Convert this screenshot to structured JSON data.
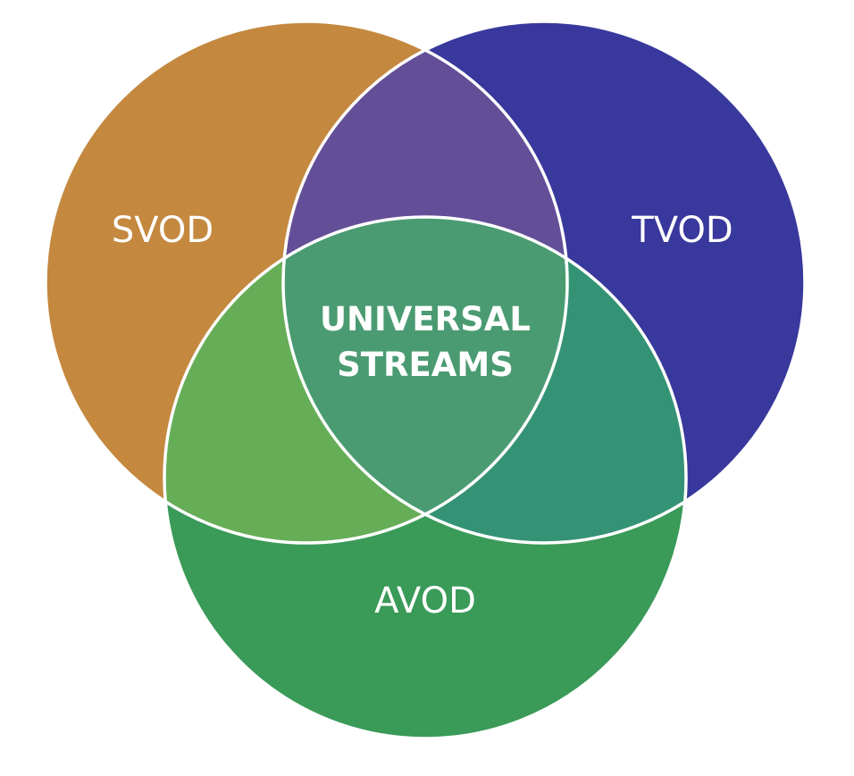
{
  "diagram": {
    "type": "venn-3",
    "sets": [
      {
        "key": "svod",
        "label": "SVOD",
        "color": "#c4883f"
      },
      {
        "key": "tvod",
        "label": "TVOD",
        "color": "#39389c"
      },
      {
        "key": "avod",
        "label": "AVOD",
        "color": "#3a9a58"
      }
    ],
    "intersections": {
      "svod_tvod": {
        "color": "#634f98"
      },
      "svod_avod": {
        "color": "#66ad57"
      },
      "tvod_avod": {
        "color": "#359375"
      },
      "all": {
        "color": "#4a9b72"
      }
    },
    "center_label": {
      "line1": "UNIVERSAL",
      "line2": "STREAMS"
    }
  }
}
